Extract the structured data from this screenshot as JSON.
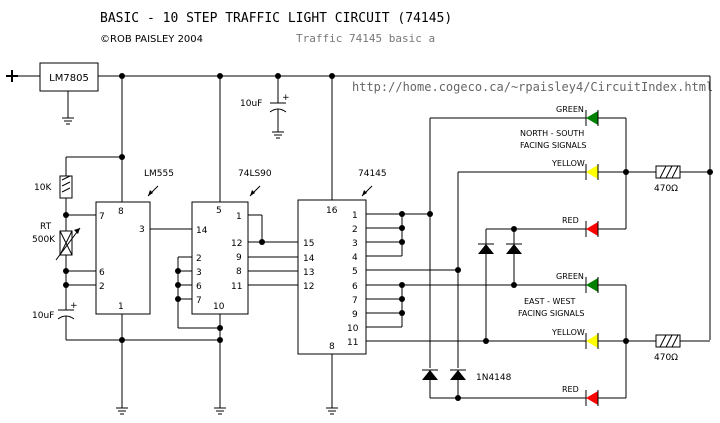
{
  "header": {
    "title": "BASIC - 10 STEP TRAFFIC LIGHT CIRCUIT (74145)",
    "copyright": "©ROB PAISLEY 2004",
    "subtitle": "Traffic 74145 basic a",
    "url": "http://home.cogeco.ca/~rpaisley4/CircuitIndex.html"
  },
  "power": {
    "plus": "+"
  },
  "regulator": {
    "label": "LM7805"
  },
  "components": {
    "r1": "10K",
    "rt": "RT",
    "rt_value": "500K",
    "c1": "10uF",
    "c2": "10uF",
    "r_ns": "470Ω",
    "r_ew": "470Ω",
    "diode": "1N4148",
    "plus_sign": "+"
  },
  "ic_names": {
    "timer": "LM555",
    "counter": "74LS90",
    "decoder": "74145"
  },
  "pins": {
    "timer": [
      "8",
      "7",
      "3",
      "6",
      "2",
      "1"
    ],
    "counter": [
      "5",
      "1",
      "12",
      "9",
      "8",
      "11",
      "14",
      "2",
      "3",
      "6",
      "7",
      "10"
    ],
    "decoder": [
      "16",
      "15",
      "14",
      "13",
      "12",
      "8",
      "1",
      "2",
      "3",
      "4",
      "5",
      "6",
      "7",
      "9",
      "10",
      "11"
    ]
  },
  "lights": {
    "ns_title": "NORTH - SOUTH",
    "ns_sub": "FACING SIGNALS",
    "ew_title": "EAST - WEST",
    "ew_sub": "FACING SIGNALS",
    "green": "GREEN",
    "yellow": "YELLOW",
    "red": "RED"
  },
  "colors": {
    "green": "#008000",
    "yellow": "#ffff00",
    "red": "#ff0000",
    "url_text": "#666666"
  }
}
